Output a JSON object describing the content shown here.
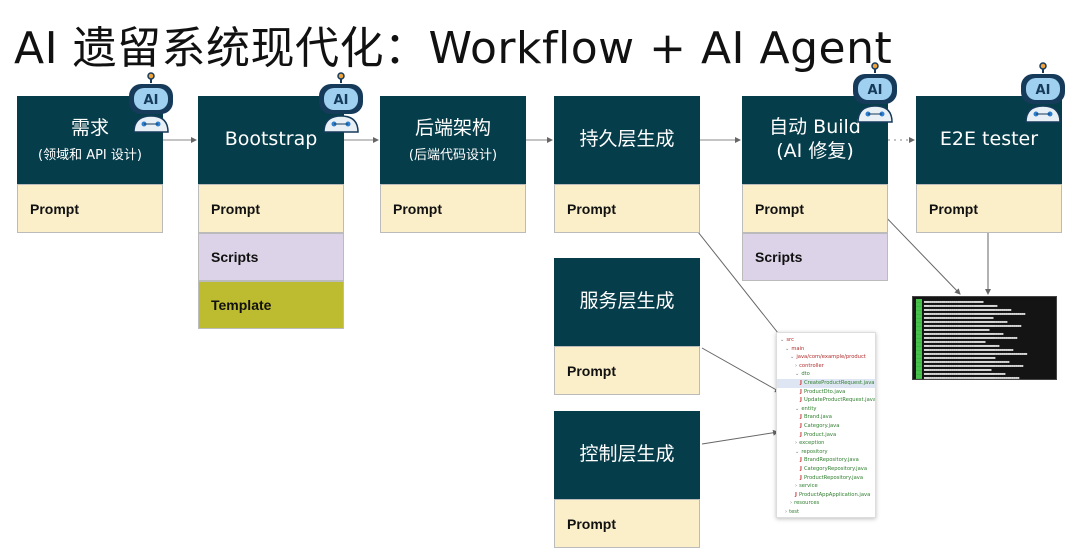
{
  "title": "AI 遗留系统现代化：Workflow + AI Agent",
  "stages": {
    "s1": {
      "main": "需求",
      "sub": "(领域和 API 设计)"
    },
    "s2": {
      "main": "Bootstrap"
    },
    "s3": {
      "main": "后端架构",
      "sub": "(后端代码设计)"
    },
    "s4": {
      "main": "持久层生成"
    },
    "s5": {
      "main": "自动 Build",
      "main2": "(AI 修复)"
    },
    "s6": {
      "main": "E2E tester"
    },
    "s7": {
      "main": "服务层生成"
    },
    "s8": {
      "main": "控制层生成"
    }
  },
  "labels": {
    "prompt": "Prompt",
    "scripts": "Scripts",
    "template": "Template"
  },
  "robot": {
    "badge": "AI",
    "icon": "robot-icon"
  },
  "editor_tree": [
    {
      "text": "src",
      "kind": "folder",
      "indent": 0,
      "color": "red"
    },
    {
      "text": "main",
      "kind": "folder",
      "indent": 1,
      "color": "red"
    },
    {
      "text": "java/com/example/product",
      "kind": "folder",
      "indent": 2,
      "color": "red"
    },
    {
      "text": "controller",
      "kind": "collapsed",
      "indent": 3,
      "color": "red"
    },
    {
      "text": "dto",
      "kind": "folder",
      "indent": 3,
      "color": "green"
    },
    {
      "text": "CreateProductRequest.java",
      "kind": "file",
      "indent": 4,
      "color": "green",
      "selected": true
    },
    {
      "text": "ProductDto.java",
      "kind": "file",
      "indent": 4,
      "color": "green"
    },
    {
      "text": "UpdateProductRequest.java",
      "kind": "file",
      "indent": 4,
      "color": "green"
    },
    {
      "text": "entity",
      "kind": "folder",
      "indent": 3,
      "color": "green"
    },
    {
      "text": "Brand.java",
      "kind": "file",
      "indent": 4,
      "color": "green"
    },
    {
      "text": "Category.java",
      "kind": "file",
      "indent": 4,
      "color": "green"
    },
    {
      "text": "Product.java",
      "kind": "file",
      "indent": 4,
      "color": "green"
    },
    {
      "text": "exception",
      "kind": "collapsed",
      "indent": 3,
      "color": "green"
    },
    {
      "text": "repository",
      "kind": "folder",
      "indent": 3,
      "color": "green"
    },
    {
      "text": "BrandRepository.java",
      "kind": "file",
      "indent": 4,
      "color": "green"
    },
    {
      "text": "CategoryRepository.java",
      "kind": "file",
      "indent": 4,
      "color": "green"
    },
    {
      "text": "ProductRepository.java",
      "kind": "file",
      "indent": 4,
      "color": "green"
    },
    {
      "text": "service",
      "kind": "collapsed",
      "indent": 3,
      "color": "green"
    },
    {
      "text": "ProductAppApplication.java",
      "kind": "file",
      "indent": 3,
      "color": "green"
    },
    {
      "text": "resources",
      "kind": "collapsed",
      "indent": 2,
      "color": "green"
    },
    {
      "text": "test",
      "kind": "collapsed",
      "indent": 1,
      "color": "green"
    }
  ]
}
